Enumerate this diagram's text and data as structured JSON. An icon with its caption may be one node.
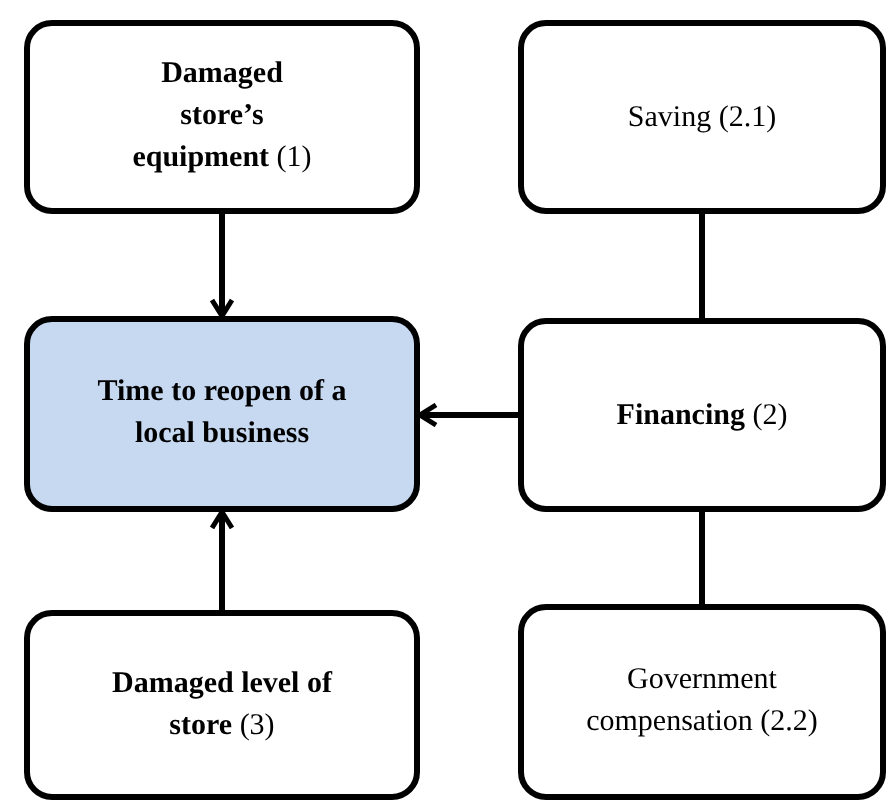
{
  "diagram": {
    "nodes": [
      {
        "text": [
          "**Damaged store’s equipment** (1)"
        ]
      },
      {
        "text": [
          "Time to reopen of a local business"
        ]
      },
      {
        "text": [
          "**Damaged level of store** (3)"
        ]
      },
      {
        "text": [
          "Saving (2.1)"
        ]
      },
      {
        "text": [
          "**Financing** (2)"
        ]
      },
      {
        "text": [
          "Government compensation (2.2)"
        ]
      }
    ],
    "edges": [
      {
        "from": 0,
        "to": 1,
        "arrow": "to"
      },
      {
        "from": 4,
        "to": 1,
        "arrow": "to"
      },
      {
        "from": 2,
        "to": 1,
        "arrow": "to"
      },
      {
        "from": 3,
        "to": 4,
        "arrow": "none"
      },
      {
        "from": 4,
        "to": 5,
        "arrow": "none"
      }
    ]
  }
}
